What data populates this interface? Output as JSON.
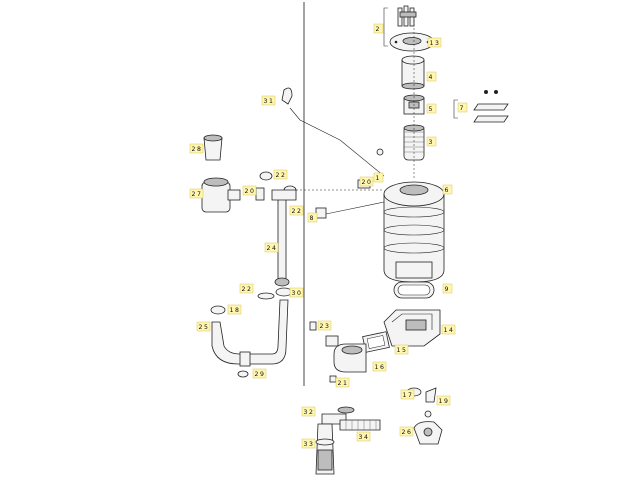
{
  "callouts": [
    {
      "id": "c1",
      "text": "1"
    },
    {
      "id": "c2",
      "text": "2"
    },
    {
      "id": "c3",
      "text": "3"
    },
    {
      "id": "c4",
      "text": "4"
    },
    {
      "id": "c5",
      "text": "5"
    },
    {
      "id": "c6",
      "text": "6"
    },
    {
      "id": "c7",
      "text": "7"
    },
    {
      "id": "c8",
      "text": "8"
    },
    {
      "id": "c9",
      "text": "9"
    },
    {
      "id": "c13",
      "text": "13"
    },
    {
      "id": "c14",
      "text": "14"
    },
    {
      "id": "c15",
      "text": "15"
    },
    {
      "id": "c16",
      "text": "16"
    },
    {
      "id": "c17",
      "text": "17"
    },
    {
      "id": "c18",
      "text": "18"
    },
    {
      "id": "c19",
      "text": "19"
    },
    {
      "id": "c20a",
      "text": "20"
    },
    {
      "id": "c20b",
      "text": "20"
    },
    {
      "id": "c21",
      "text": "21"
    },
    {
      "id": "c22a",
      "text": "22"
    },
    {
      "id": "c22b",
      "text": "22"
    },
    {
      "id": "c22c",
      "text": "22"
    },
    {
      "id": "c23",
      "text": "23"
    },
    {
      "id": "c24",
      "text": "24"
    },
    {
      "id": "c25",
      "text": "25"
    },
    {
      "id": "c26",
      "text": "26"
    },
    {
      "id": "c27",
      "text": "27"
    },
    {
      "id": "c28",
      "text": "28"
    },
    {
      "id": "c29",
      "text": "29"
    },
    {
      "id": "c30",
      "text": "30"
    },
    {
      "id": "c31",
      "text": "31"
    },
    {
      "id": "c32",
      "text": "32"
    },
    {
      "id": "c33",
      "text": "33"
    },
    {
      "id": "c34",
      "text": "34"
    }
  ]
}
